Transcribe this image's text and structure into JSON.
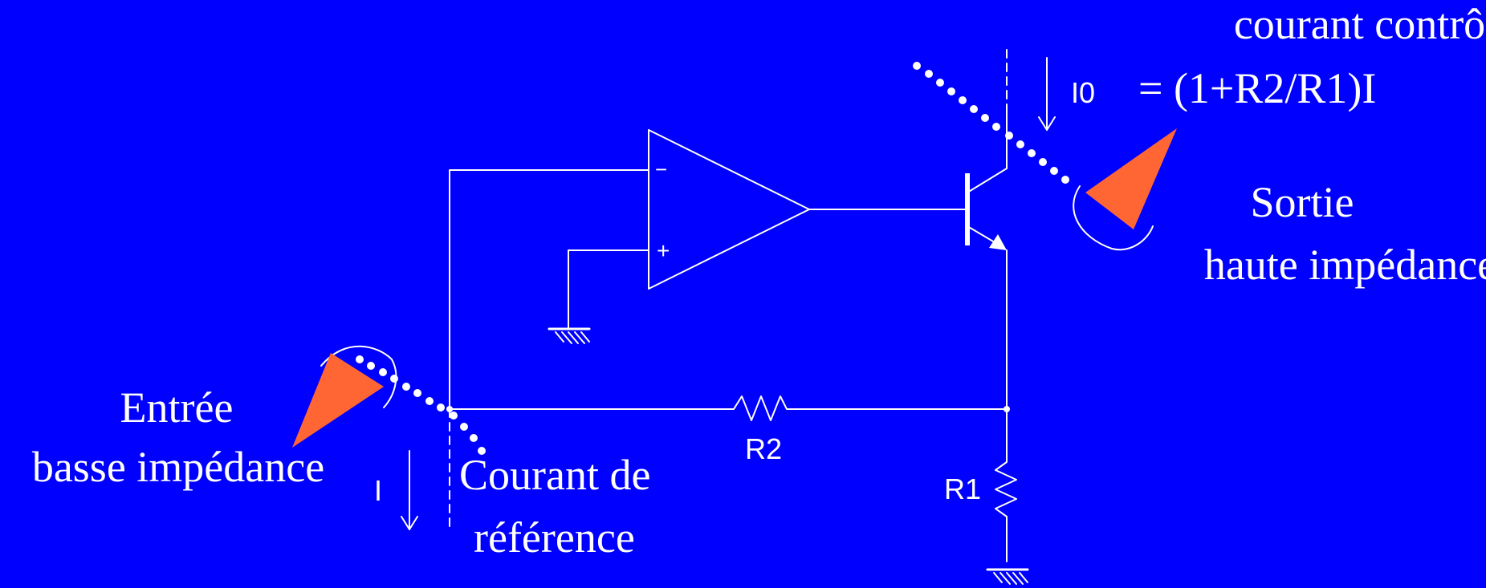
{
  "colors": {
    "background": "#0000ff",
    "wire": "#ffffff",
    "callout_fill": "#ff6633"
  },
  "labels": {
    "top_line1": "courant contrôlé",
    "top_line2": "= (1+R2/R1)I",
    "output_line1": "Sortie",
    "output_line2": "haute impédance",
    "input_line1": "Entrée",
    "input_line2": "basse impédance",
    "ref_line1": "Courant de",
    "ref_line2": "référence",
    "I0": "I0",
    "I": "I",
    "R1": "R1",
    "R2": "R2",
    "minus": "−",
    "plus": "+"
  }
}
